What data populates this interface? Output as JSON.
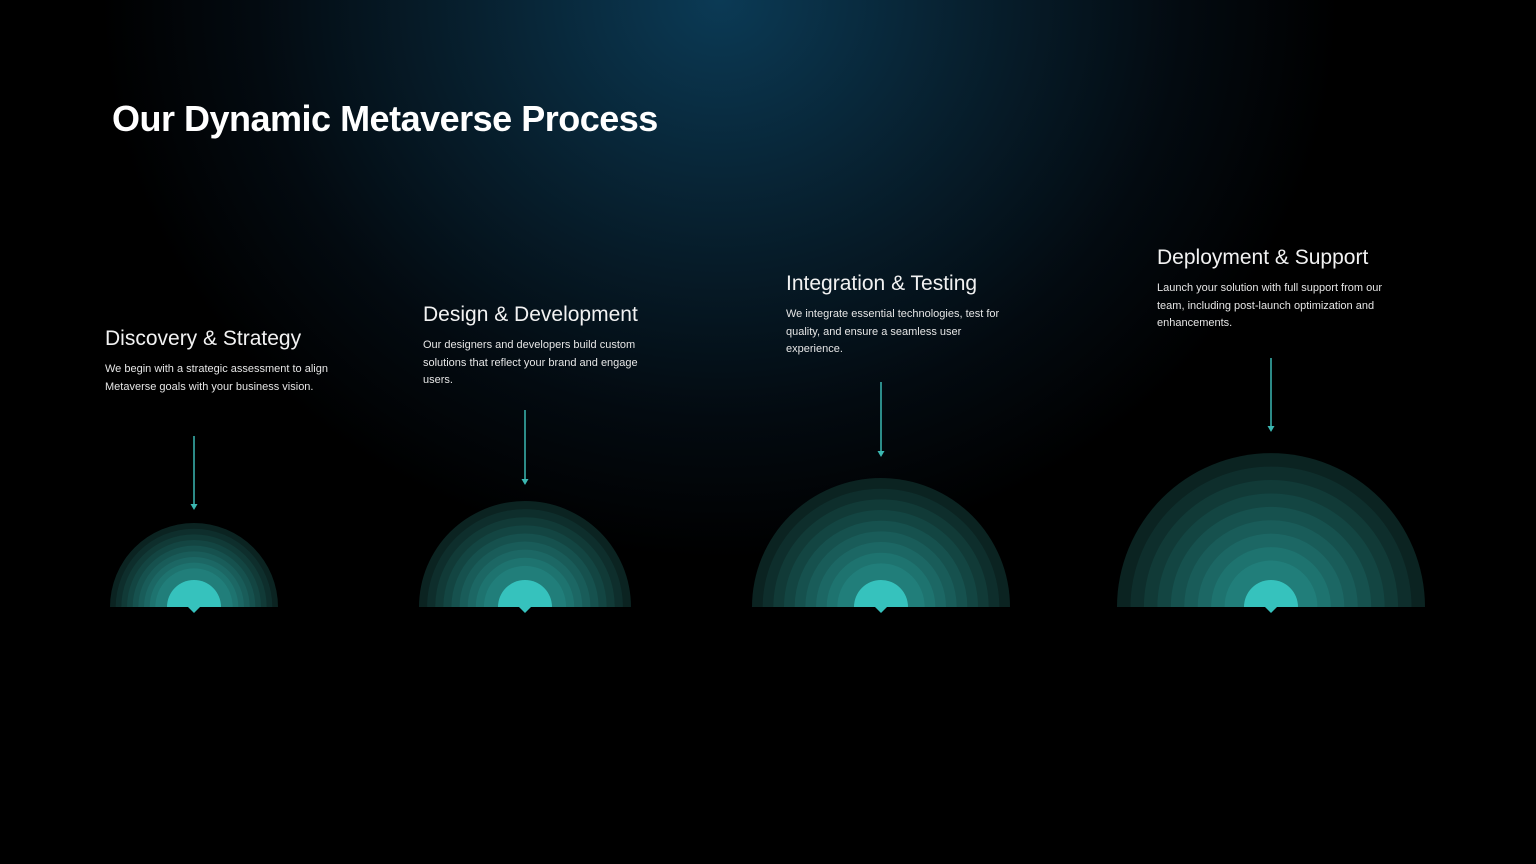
{
  "title": "Our Dynamic Metaverse Process",
  "colors": {
    "accent": "#36c2bd",
    "arrow": "#3bb8b2",
    "ring_outer": "#0b2321"
  },
  "steps": [
    {
      "heading": "Discovery & Strategy",
      "text": "We begin with a strategic assessment to align Metaverse goals with your business vision."
    },
    {
      "heading": "Design & Development",
      "text": "Our designers and developers build custom solutions that reflect your brand and engage users."
    },
    {
      "heading": "Integration & Testing",
      "text": "We integrate essential technologies, test for quality, and ensure a seamless user experience."
    },
    {
      "heading": "Deployment & Support",
      "text": "Launch your solution with full support from our team, including post-launch optimization and enhancements."
    }
  ]
}
